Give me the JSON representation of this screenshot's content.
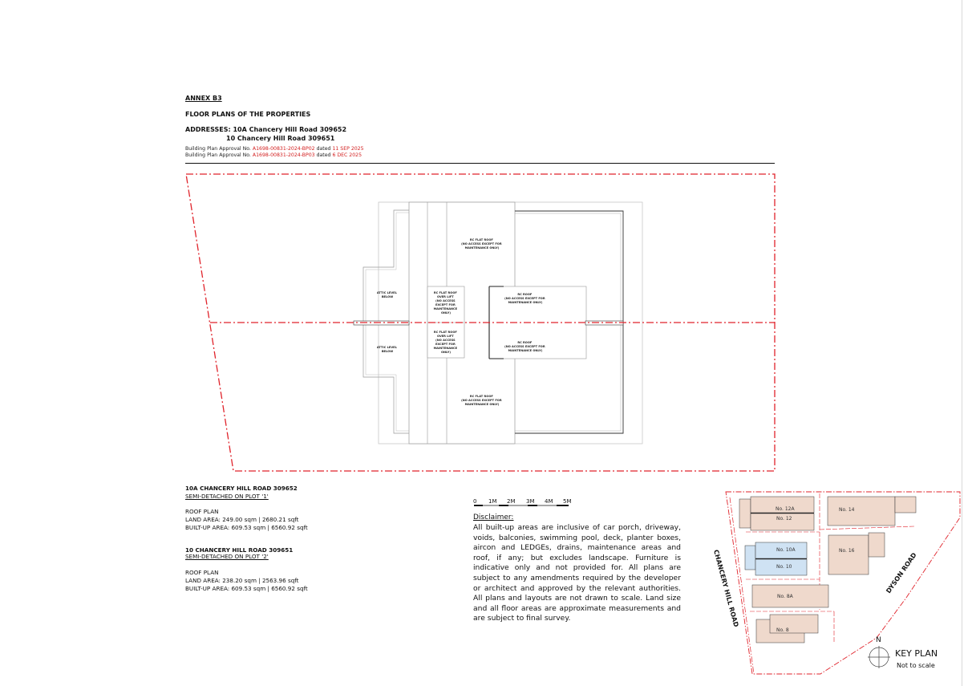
{
  "header": {
    "annex": "ANNEX B3",
    "title": "FLOOR PLANS OF THE PROPERTIES",
    "address_line1": "ADDRESSES: 10A Chancery Hill Road 309652",
    "address_line2": "10 Chancery Hill Road 309651",
    "approval1_prefix": "Building Plan Approval No. ",
    "approval1_no": "A1698-00831-2024-BP02",
    "approval1_mid": " dated ",
    "approval1_date": "11 SEP 2025",
    "approval2_prefix": "Building Plan Approval No. ",
    "approval2_no": "A1698-00831-2024-BP03",
    "approval2_mid": " dated ",
    "approval2_date": "6 DEC 2025"
  },
  "plan": {
    "rc_flat_roof_top": [
      "RC FLAT ROOF",
      "(NO ACCESS EXCEPT FOR",
      "MAINTENANCE ONLY)"
    ],
    "rc_flat_roof_bottom": [
      "RC FLAT ROOF",
      "(NO ACCESS EXCEPT FOR",
      "MAINTENANCE ONLY)"
    ],
    "lift_top": [
      "RC FLAT ROOF",
      "OVER LIFT",
      "(NO ACCESS",
      "EXCEPT FOR",
      "MAINTENANCE",
      "ONLY)"
    ],
    "lift_bottom": [
      "RC FLAT ROOF",
      "OVER LIFT",
      "(NO ACCESS",
      "EXCEPT FOR",
      "MAINTENANCE",
      "ONLY)"
    ],
    "rc_roof_top": [
      "RC ROOF",
      "(NO ACCESS EXCEPT FOR",
      "MAINTENANCE ONLY)"
    ],
    "rc_roof_bottom": [
      "RC ROOF",
      "(NO ACCESS EXCEPT FOR",
      "MAINTENANCE ONLY)"
    ],
    "attic_top": [
      "ATTIC LEVEL",
      "BELOW"
    ],
    "attic_bottom": [
      "ATTIC LEVEL",
      "BELOW"
    ]
  },
  "unit1": {
    "title": "10A CHANCERY HILL ROAD 309652",
    "plot": "SEMI-DETACHED ON PLOT '1'",
    "plan_name": "ROOF PLAN",
    "land_area": "LAND AREA: 249.00 sqm | 2680.21 sqft",
    "built_up": "BUILT-UP AREA: 609.53 sqm | 6560.92 sqft"
  },
  "unit2": {
    "title": "10 CHANCERY HILL ROAD 309651",
    "plot": "SEMI-DETACHED ON PLOT '2'",
    "plan_name": "ROOF PLAN",
    "land_area": "LAND AREA: 238.20 sqm | 2563.96 sqft",
    "built_up": "BUILT-UP AREA: 609.53 sqm | 6560.92 sqft"
  },
  "scale_bar": {
    "labels": [
      "0",
      "1M",
      "2M",
      "3M",
      "4M",
      "5M"
    ]
  },
  "disclaimer": {
    "title": "Disclaimer:",
    "body": "All built-up areas are inclusive of car porch, driveway, voids, balconies, swimming pool, deck, planter boxes, aircon and LEDGEs, drains, maintenance areas and roof, if any; but excludes landscape. Furniture is indicative only and not provided for. All plans are subject to any amendments required by the developer or architect and approved by the relevant authorities. All plans and layouts are not drawn to scale. Land size and all floor areas are approximate measurements and are subject to final survey."
  },
  "key_plan": {
    "title": "KEY PLAN",
    "subtitle": "Not to scale",
    "north": "N",
    "road_chancery": "CHANCERY HILL ROAD",
    "road_dyson": "DYSON ROAD",
    "lots": [
      "No. 12A",
      "No. 12",
      "No. 14",
      "No. 10A",
      "No. 10",
      "No. 16",
      "No. 8A",
      "No. 8"
    ],
    "colors": {
      "highlight": "#cfe2f3",
      "lot": "#efd9cc",
      "boundary": "#e0232b"
    }
  }
}
